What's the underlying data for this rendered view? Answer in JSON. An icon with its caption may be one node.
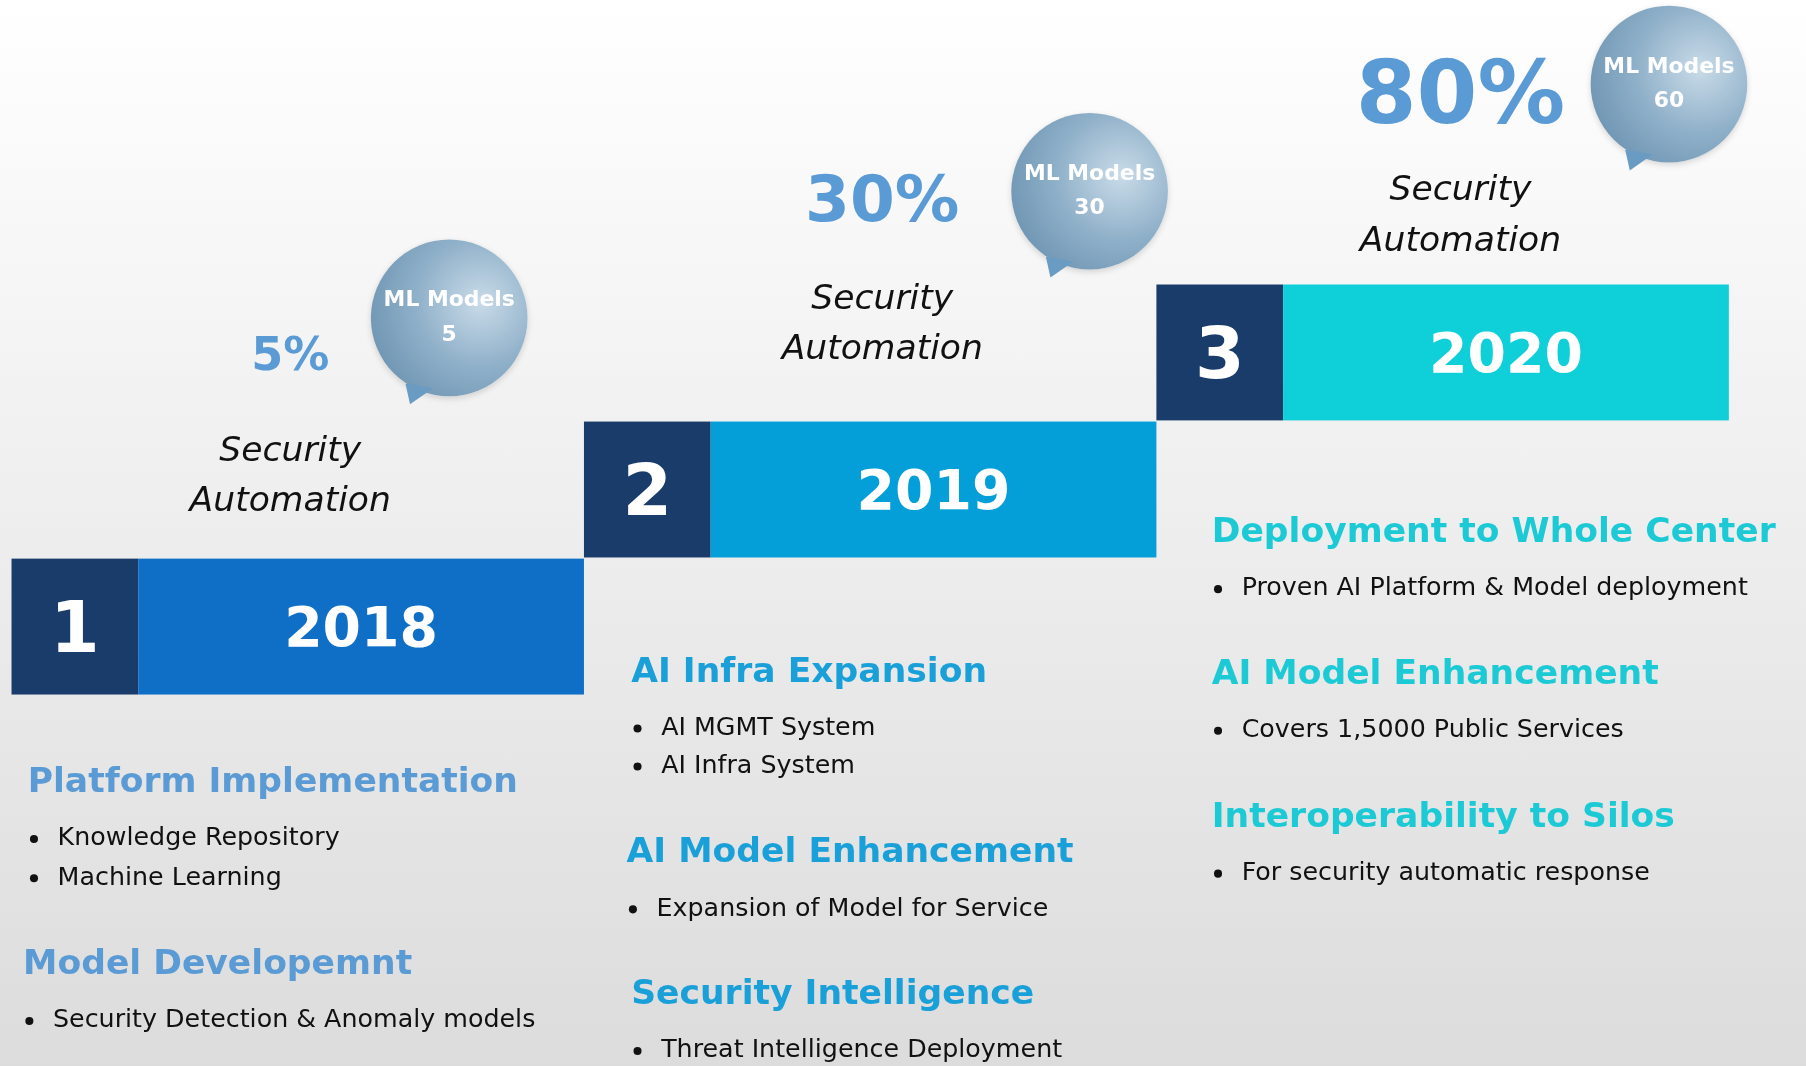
{
  "diagram": {
    "nodes": [
      {
        "text": [
          "1"
        ]
      },
      {
        "text": [
          "2018"
        ]
      },
      {
        "text": [
          "2"
        ]
      },
      {
        "text": [
          "2019"
        ]
      },
      {
        "text": [
          "3"
        ]
      },
      {
        "text": [
          "2020"
        ]
      },
      {
        "text": [
          "ML Models",
          "5"
        ]
      },
      {
        "text": [
          "ML Models",
          "30"
        ]
      },
      {
        "text": [
          "ML Models",
          "60"
        ]
      }
    ],
    "labels": [
      "5%",
      "Security Automation",
      "Platform Implementation",
      "Knowledge Repository",
      "Machine Learning",
      "Model Developemnt",
      "Security Detection & Anomaly models",
      "30%",
      "Security Automation",
      "AI Infra Expansion",
      "AI MGMT System",
      "AI Infra System",
      "AI Model Enhancement",
      "Expansion of Model for Service",
      "Security Intelligence",
      "Threat Intelligence Deployment",
      "80%",
      "Security Automation",
      "Deployment to Whole Center",
      "Proven AI Platform & Model deployment",
      "AI Model Enhancement",
      "Covers 1,5000 Public Services",
      "Interoperability to Silos",
      "For security automatic response"
    ]
  }
}
